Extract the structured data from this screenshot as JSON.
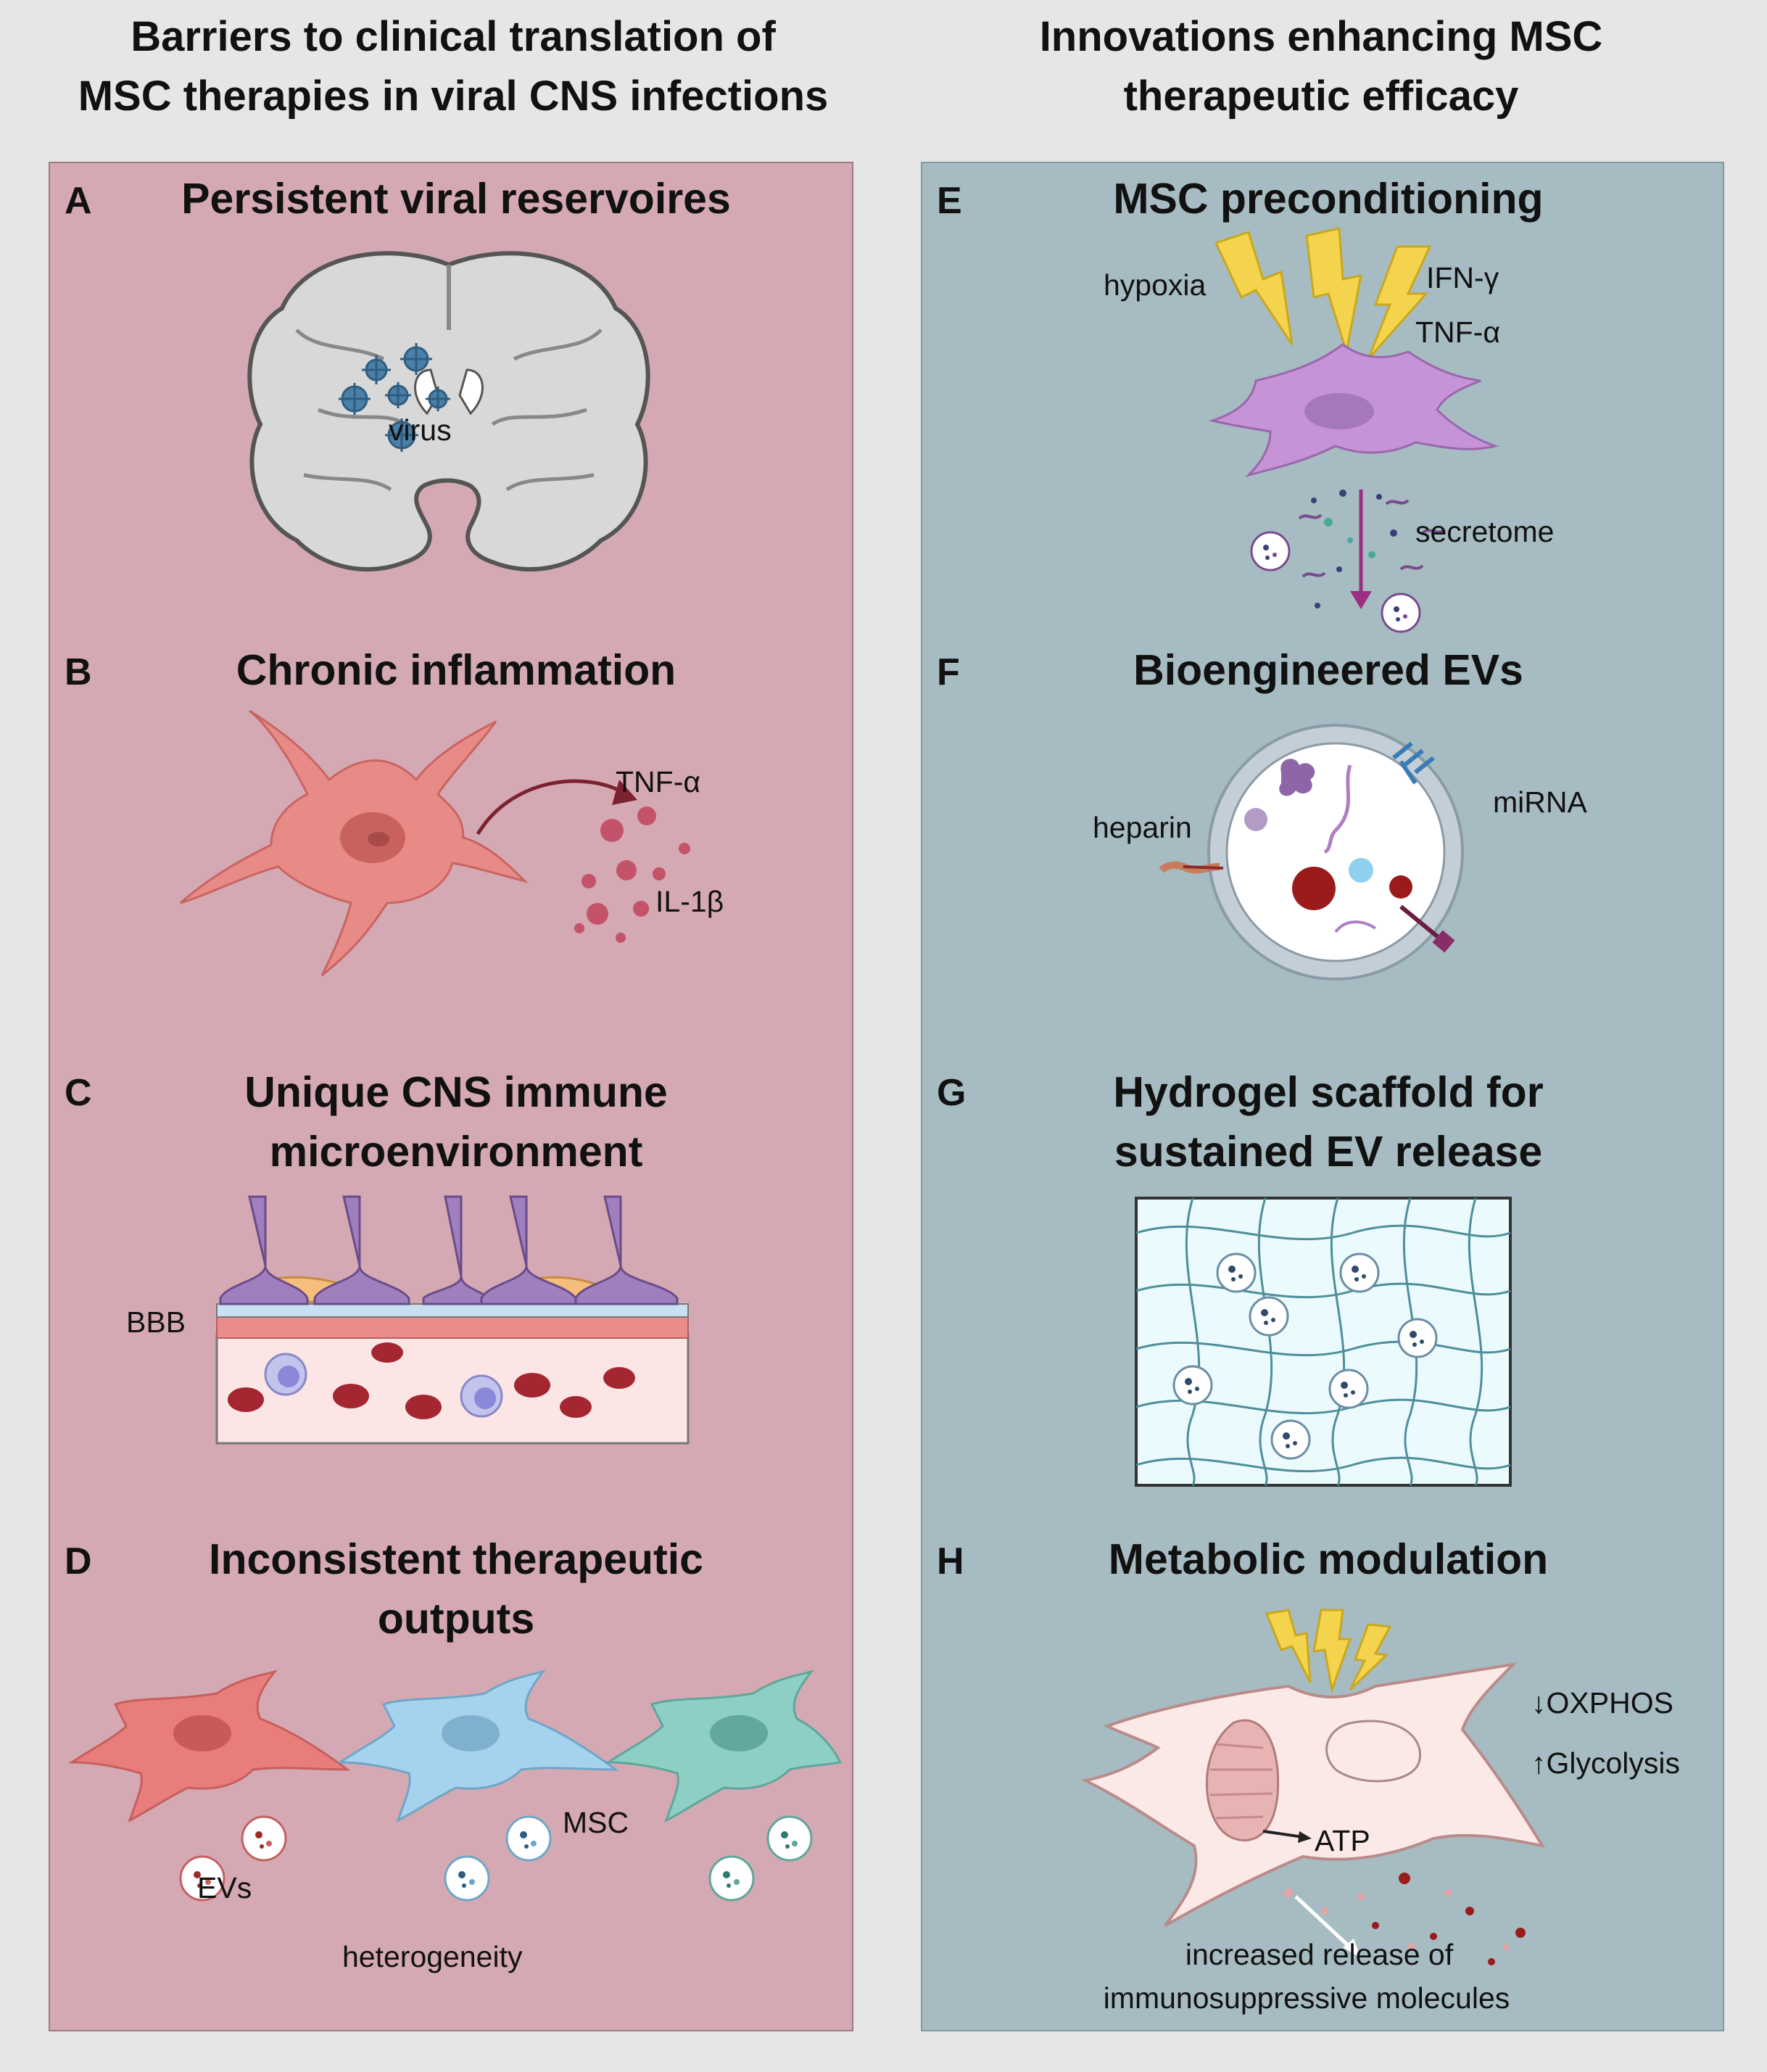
{
  "columns": {
    "left_title": [
      "Barriers to clinical translation of",
      "MSC therapies in viral CNS infections"
    ],
    "right_title": [
      "Innovations enhancing MSC",
      "therapeutic efficacy"
    ]
  },
  "sections": {
    "A": {
      "letter": "A",
      "title": [
        "Persistent viral reservoires"
      ],
      "labels": {
        "virus": "virus"
      }
    },
    "B": {
      "letter": "B",
      "title": [
        "Chronic inflammation"
      ],
      "labels": {
        "tnf": "TNF-α",
        "il1b": "IL-1β"
      }
    },
    "C": {
      "letter": "C",
      "title": [
        "Unique CNS immune",
        "microenvironment"
      ],
      "labels": {
        "bbb": "BBB"
      }
    },
    "D": {
      "letter": "D",
      "title": [
        "Inconsistent therapeutic",
        "outputs"
      ],
      "labels": {
        "evs": "EVs",
        "msc": "MSC",
        "heterogeneity": "heterogeneity"
      }
    },
    "E": {
      "letter": "E",
      "title": [
        "MSC preconditioning"
      ],
      "labels": {
        "hypoxia": "hypoxia",
        "ifn": "IFN-γ",
        "tnf": "TNF-α",
        "secretome": "secretome"
      }
    },
    "F": {
      "letter": "F",
      "title": [
        "Bioengineered EVs"
      ],
      "labels": {
        "heparin": "heparin",
        "mirna": "miRNA"
      }
    },
    "G": {
      "letter": "G",
      "title": [
        "Hydrogel scaffold for",
        "sustained EV release"
      ]
    },
    "H": {
      "letter": "H",
      "title": [
        "Metabolic modulation"
      ],
      "labels": {
        "oxphos": "↓OXPHOS",
        "glycolysis": "↑Glycolysis",
        "atp": "ATP",
        "release": [
          "increased release of",
          "immunosuppressive molecules"
        ]
      }
    }
  },
  "colors": {
    "left_panel": "#d5a9b3",
    "right_panel": "#a6bcc2",
    "virus": "#4a7fa8",
    "inflamed_cell": "#e88a86",
    "msc_purple": "#c694d6",
    "lightning": "#f3d44c",
    "rbc": "#a32630",
    "hydrogel": "#eafafd"
  },
  "icons": [
    "brain-icon",
    "virus-icon",
    "microglia-cell-icon",
    "cytokine-dots-icon",
    "bbb-vessel-icon",
    "msc-cell-icon",
    "ev-vesicle-icon",
    "lightning-icon",
    "hydrogel-mesh-icon",
    "mitochondrion-icon"
  ]
}
